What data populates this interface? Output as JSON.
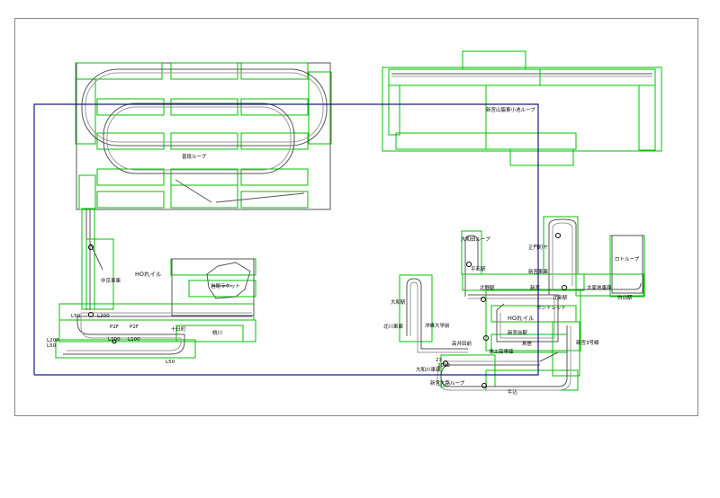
{
  "colors": {
    "module_outline": "#00c000",
    "track": "#555555",
    "overlay_outline": "#1a1a80",
    "sheet_border": "#888888",
    "background": "#ffffff"
  },
  "labels": {
    "loop_left": "普段ループ",
    "loop_right": "新宮山脇東小池ループ",
    "depot_left": "中京車庫",
    "ho_layout": "HOれイル",
    "ho_layout_2": "HOれイル",
    "rocket": "岩尾ラケット",
    "l50_top": "L50",
    "l200_top": "L200",
    "l200_side": "L200",
    "l50_side": "L50",
    "l100_a": "L100",
    "l100_b": "L100",
    "l50_bottom": "L50",
    "p2f_a": "P2F",
    "p2f_b": "P2F",
    "jukkenzaka": "十日町",
    "yukkaido": "桃川",
    "okubo_loop": "大和田ループ",
    "oda_loop": "正門町ヤ",
    "kahoku_depot": "新宮車庫",
    "ritsuo_loop": "ロトループ",
    "nishiwasato": "平石駅",
    "yukogaoka": "北野駅",
    "sengoku": "新宮",
    "rinkan": "北新駅",
    "hamadaoka": "大家地車庫",
    "mizuho": "大和駅",
    "shiraishi": "白山駅",
    "ekimae": "鳥居",
    "kitaaoi": "北川車庫",
    "saitama": "洋峰大学前",
    "central_depot": "セントレット",
    "daitaka": "高井田前",
    "nakajima": "池上高車庫",
    "tenjin": "新宮谷駅",
    "uno": "大和川車庫",
    "midorigaoka_depot": "新宮大路ループ",
    "ushiwaka": "牛込",
    "koshigoe": "新宮3号線",
    "s23": "23",
    "s22": "2022"
  }
}
